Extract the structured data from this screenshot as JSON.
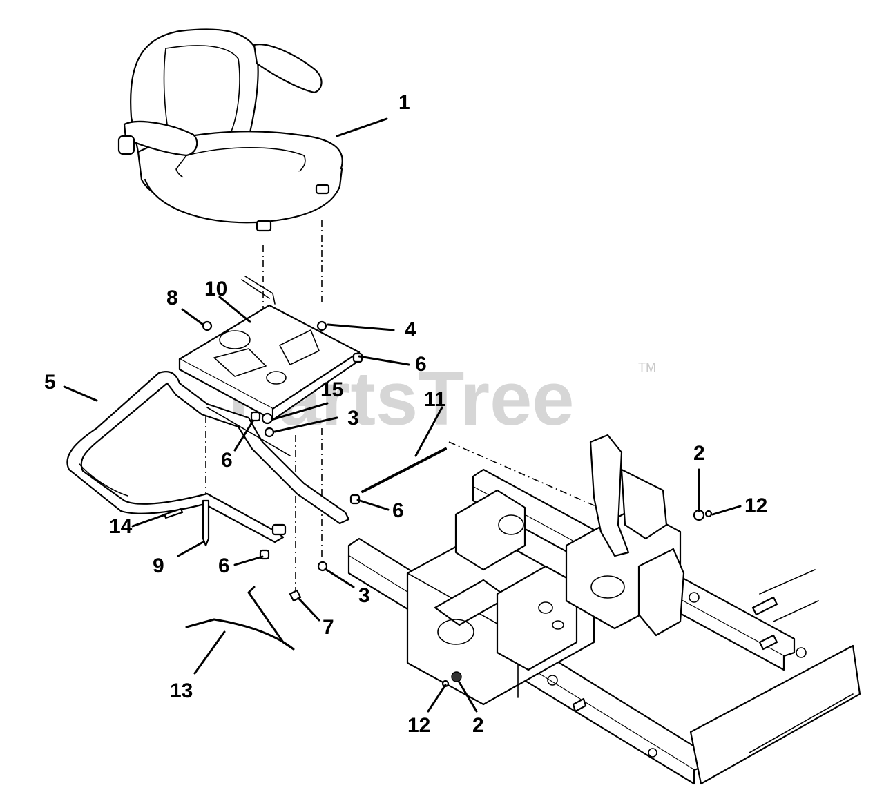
{
  "watermark": {
    "brand": "PartsTree",
    "trademark": "TM"
  },
  "callouts": [
    {
      "id": "c1",
      "label": "1"
    },
    {
      "id": "c10",
      "label": "10"
    },
    {
      "id": "c8",
      "label": "8"
    },
    {
      "id": "c4",
      "label": "4"
    },
    {
      "id": "c6a",
      "label": "6"
    },
    {
      "id": "c5",
      "label": "5"
    },
    {
      "id": "c15",
      "label": "15"
    },
    {
      "id": "c3a",
      "label": "3"
    },
    {
      "id": "c6b",
      "label": "6"
    },
    {
      "id": "c11",
      "label": "11"
    },
    {
      "id": "c2a",
      "label": "2"
    },
    {
      "id": "c12a",
      "label": "12"
    },
    {
      "id": "c6c",
      "label": "6"
    },
    {
      "id": "c14",
      "label": "14"
    },
    {
      "id": "c9",
      "label": "9"
    },
    {
      "id": "c6d",
      "label": "6"
    },
    {
      "id": "c3b",
      "label": "3"
    },
    {
      "id": "c7",
      "label": "7"
    },
    {
      "id": "c13",
      "label": "13"
    },
    {
      "id": "c12b",
      "label": "12"
    },
    {
      "id": "c2b",
      "label": "2"
    }
  ]
}
